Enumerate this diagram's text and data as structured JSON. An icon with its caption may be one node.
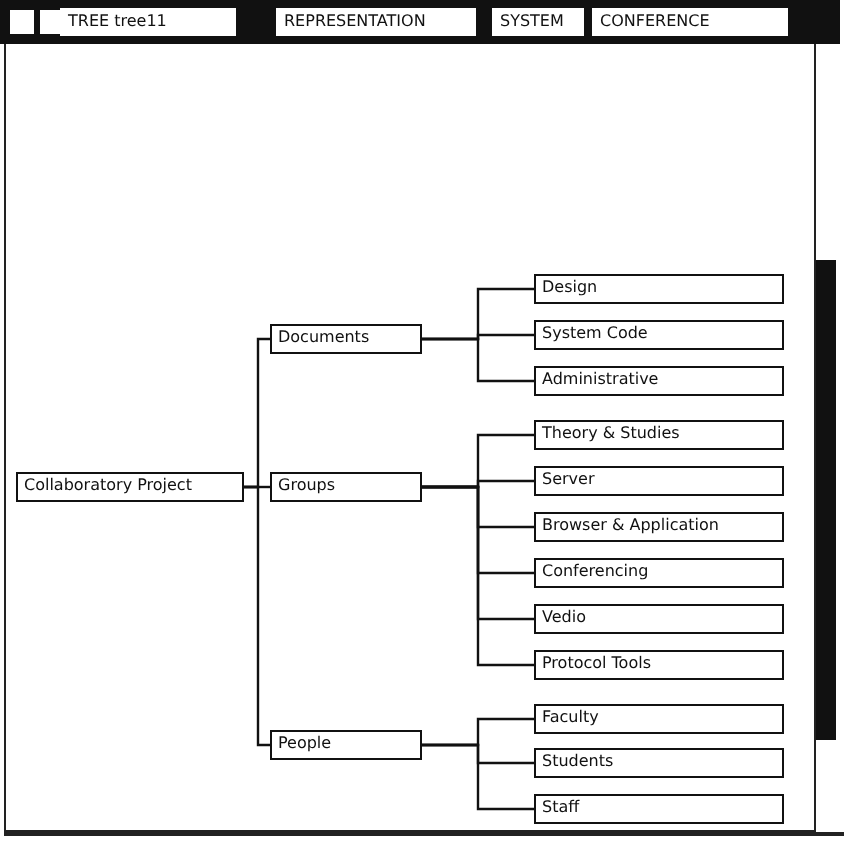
{
  "diagram": {
    "nodes": [
      {
        "text": [
          "Collaboratory Project"
        ]
      },
      {
        "text": [
          "Documents"
        ]
      },
      {
        "text": [
          "Groups"
        ]
      },
      {
        "text": [
          "People"
        ]
      },
      {
        "text": [
          "Design"
        ]
      },
      {
        "text": [
          "System Code"
        ]
      },
      {
        "text": [
          "Administrative"
        ]
      },
      {
        "text": [
          "Theory & Studies"
        ]
      },
      {
        "text": [
          "Server"
        ]
      },
      {
        "text": [
          "Browser & Application"
        ]
      },
      {
        "text": [
          "Conferencing"
        ]
      },
      {
        "text": [
          "Vedio"
        ]
      },
      {
        "text": [
          "Protocol Tools"
        ]
      },
      {
        "text": [
          "Faculty"
        ]
      },
      {
        "text": [
          "Students"
        ]
      },
      {
        "text": [
          "Staff"
        ]
      }
    ],
    "edges": [
      {
        "from": 0,
        "to": 1,
        "arrow": "none"
      },
      {
        "from": 0,
        "to": 2,
        "arrow": "none"
      },
      {
        "from": 0,
        "to": 3,
        "arrow": "none"
      },
      {
        "from": 1,
        "to": 4,
        "arrow": "none"
      },
      {
        "from": 1,
        "to": 5,
        "arrow": "none"
      },
      {
        "from": 1,
        "to": 6,
        "arrow": "none"
      },
      {
        "from": 2,
        "to": 7,
        "arrow": "none"
      },
      {
        "from": 2,
        "to": 8,
        "arrow": "none"
      },
      {
        "from": 2,
        "to": 9,
        "arrow": "none"
      },
      {
        "from": 2,
        "to": 10,
        "arrow": "none"
      },
      {
        "from": 2,
        "to": 11,
        "arrow": "none"
      },
      {
        "from": 2,
        "to": 12,
        "arrow": "none"
      },
      {
        "from": 3,
        "to": 13,
        "arrow": "none"
      },
      {
        "from": 3,
        "to": 14,
        "arrow": "none"
      },
      {
        "from": 3,
        "to": 15,
        "arrow": "none"
      }
    ],
    "labels": [
      "TREE tree11",
      "REPRESENTATION",
      "SYSTEM",
      "CONFERENCE"
    ]
  }
}
